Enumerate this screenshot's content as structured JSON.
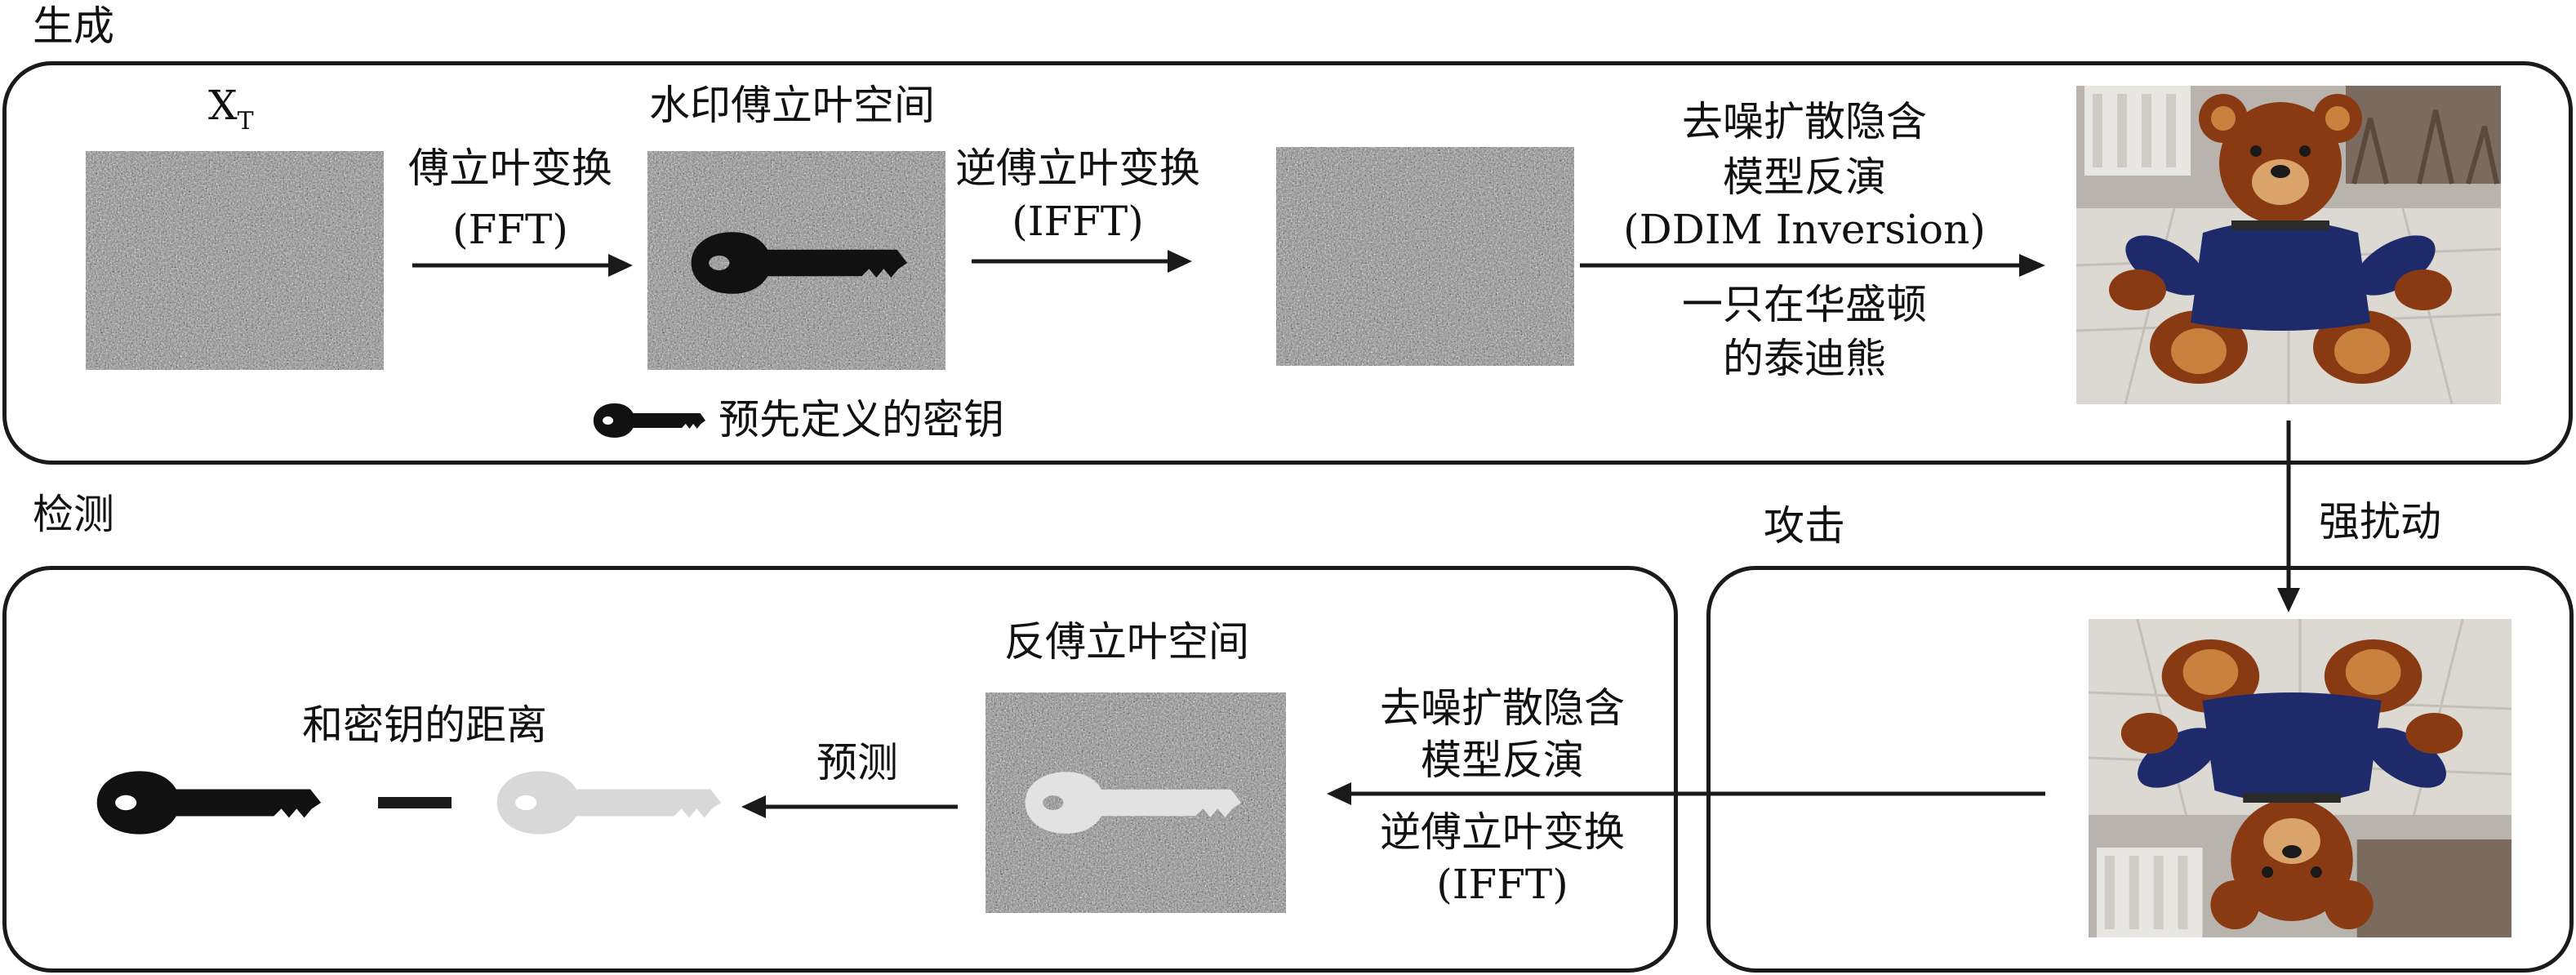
{
  "sections": {
    "generate": "生成",
    "detect": "检测",
    "attack": "攻击"
  },
  "generate": {
    "xt_main": "X",
    "xt_sub": "T",
    "fft_line1": "傅立叶变换",
    "fft_line2": "(FFT)",
    "watermark_space": "水印傅立叶空间",
    "ifft_line1": "逆傅立叶变换",
    "ifft_line2": "(IFFT)",
    "ddim_line1": "去噪扩散隐含",
    "ddim_line2": "模型反演",
    "ddim_line3": "(DDIM Inversion)",
    "prompt_line1": "一只在华盛顿",
    "prompt_line2": "的泰迪熊",
    "legend_key": "预先定义的密钥"
  },
  "attack": {
    "strong_perturbation": "强扰动"
  },
  "detect": {
    "inverse_space": "反傅立叶空间",
    "ddim_line1": "去噪扩散隐含",
    "ddim_line2": "模型反演",
    "ifft_line1": "逆傅立叶变换",
    "ifft_line2": "(IFFT)",
    "predict": "预测",
    "distance": "和密钥的距离"
  },
  "colors": {
    "stroke": "#1a1a1a",
    "key_dark": "#111111",
    "key_light": "#d8d8d8",
    "noise": "#8c8c8c",
    "bear": "#8a3a12",
    "shirt": "#1f2a6b"
  }
}
